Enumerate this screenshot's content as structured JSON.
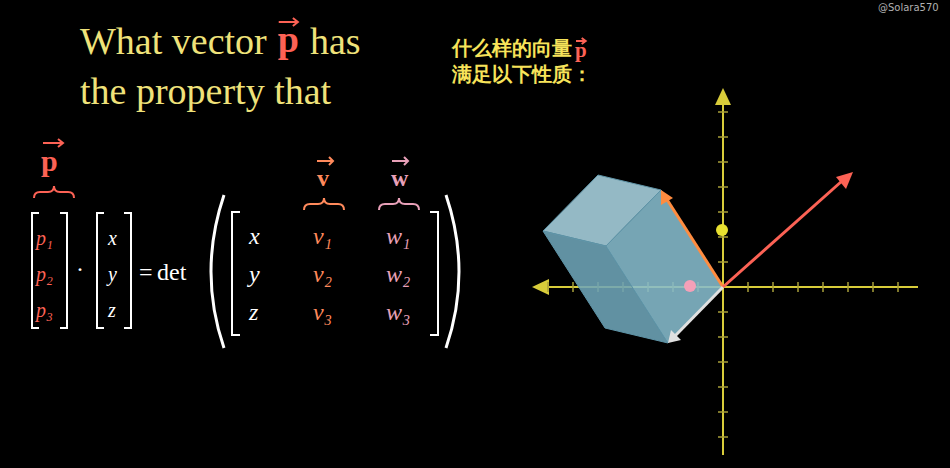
{
  "diagram": {
    "labels": [
      "@Solara570",
      "What vector",
      "p",
      "has",
      "the property that",
      "什么样的向量",
      "p",
      "满足以下性质：",
      "p",
      "v",
      "w",
      "p₁",
      "p₂",
      "p₃",
      "·",
      "x",
      "y",
      "z",
      "=",
      "det",
      "x",
      "v₁",
      "w₁",
      "y",
      "v₂",
      "w₂",
      "z",
      "v₃",
      "w₃"
    ]
  }
}
